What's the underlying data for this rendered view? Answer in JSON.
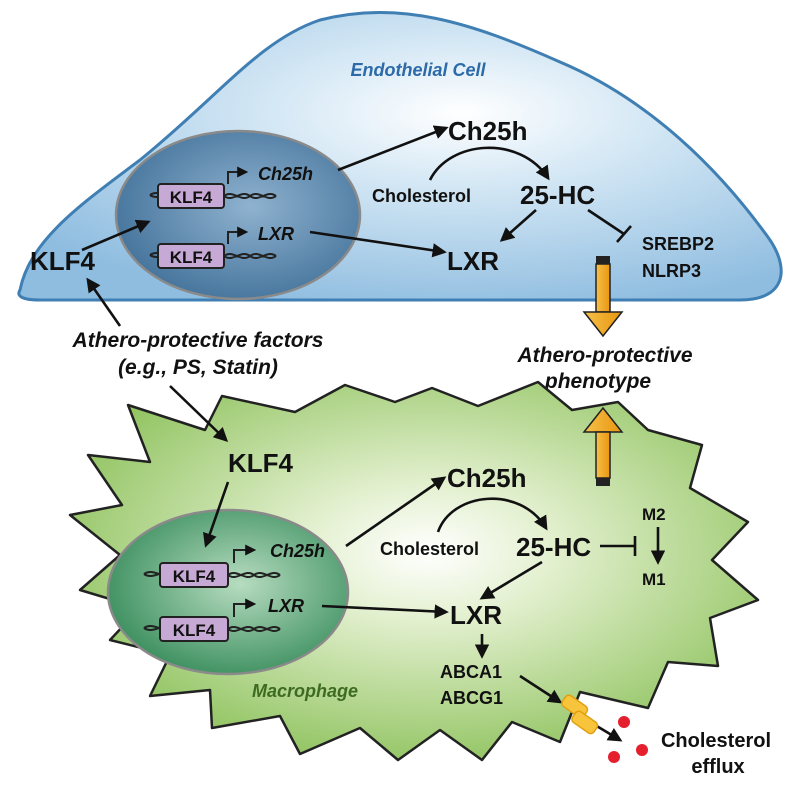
{
  "endothelial": {
    "title": "Endothelial Cell",
    "klf4_outer": "KLF4",
    "klf4_box1": "KLF4",
    "klf4_box2": "KLF4",
    "gene_ch25h": "Ch25h",
    "gene_lxr": "LXR",
    "protein_ch25h": "Ch25h",
    "cholesterol": "Cholesterol",
    "hc25": "25-HC",
    "lxr": "LXR",
    "srebp2": "SREBP2",
    "nlrp3": "NLRP3"
  },
  "middle": {
    "factors_line1": "Athero-protective factors",
    "factors_line2": "(e.g., PS, Statin)",
    "phenotype_line1": "Athero-protective",
    "phenotype_line2": "phenotype"
  },
  "macrophage": {
    "title": "Macrophage",
    "klf4_outer": "KLF4",
    "klf4_box1": "KLF4",
    "klf4_box2": "KLF4",
    "gene_ch25h": "Ch25h",
    "gene_lxr": "LXR",
    "protein_ch25h": "Ch25h",
    "cholesterol": "Cholesterol",
    "hc25": "25-HC",
    "m2": "M2",
    "m1": "M1",
    "lxr": "LXR",
    "abca1": "ABCA1",
    "abcg1": "ABCG1",
    "efflux_line1": "Cholesterol",
    "efflux_line2": "efflux"
  },
  "colors": {
    "endothelial_fill": "#a9cce6",
    "endothelial_stroke": "#3f7fb3",
    "macrophage_fill": "#9dc96a",
    "nucleus_blue": "#4c7ea6",
    "nucleus_green": "#3f9a62",
    "klf4_box": "#c6a9d4",
    "arrow_orange": "#f2a81c",
    "efflux_dot": "#e5202e"
  }
}
